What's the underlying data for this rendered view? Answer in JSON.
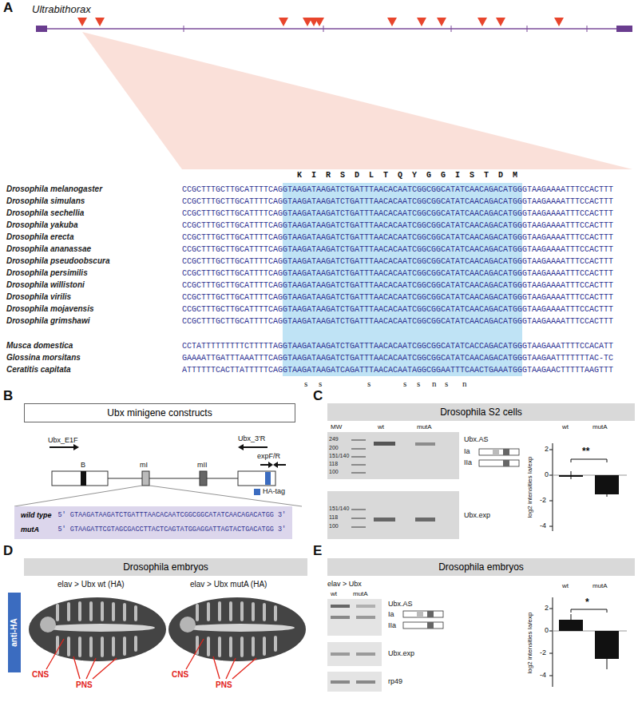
{
  "diagram": {
    "nodes": [
      {
        "text": [
          "Ubx minigene constructs"
        ]
      },
      {
        "text": [
          "wild type",
          "5' GTAAGATAAGATCTGATTTAACACAATCGGCGGCATATCAACAGACATGG 3'",
          "mutA",
          "5' GTAAGATTCGTAGCGACCTTACTCAGTATGGAGGATTAGTACTGACATGG 3'"
        ]
      },
      {
        "text": [
          "Drosophila S2 cells"
        ]
      },
      {
        "text": [
          "Drosophila embryos"
        ]
      },
      {
        "text": [
          "anti-HA"
        ]
      },
      {
        "text": [
          "Drosophila embryos"
        ]
      }
    ],
    "labels": [
      "A",
      "Ultrabithorax",
      "K I R S D L T Q Y G G I S T D M",
      "Drosophila melanogaster",
      "CCGCTTTGCTTGCATTTTCAGGTAAGATAAGATCTGATTTAACACAATCGGCGGCATATCAACAGACATGGGTAAGAAAATTTCCACTTT",
      "Drosophila simulans",
      "CCGCTTTGCTTGCATTTTCAGGTAAGATAAGATCTGATTTAACACAATCGGCGGCATATCAACAGACATGGGTAAGAAAATTTCCACTTT",
      "Drosophila sechellia",
      "CCGCTTTGCTTGCATTTTCAGGTAAGATAAGATCTGATTTAACACAATCGGCGGCATATCAACAGACATGGGTAAGAAAATTTCCACTTT",
      "Drosophila yakuba",
      "CCGCTTTGCTTGCATTTTCAGGTAAGATAAGATCTGATTTAACACAATCGGCGGCATATCAACAGACATGGGTAAGAAAATTTCCACTTT",
      "Drosophila erecta",
      "CCGCTTTGCTTGCATTTTCAGGTAAGATAAGATCTGATTTAACACAATCGGCGGCATATCAACAGACATGGGTAAGAAAATTTCCACTTT",
      "Drosophila ananassae",
      "CCGCTTTGCTTGCATTTTCAGGTAAGATAAGATCTGATTTAACACAATCGGCGGCATATCAACAGACATGGGTAAGAAAATTTCCACTTT",
      "Drosophila pseudoobscura",
      "CCGCTTTGCTTGCATTTTCAGGTAAGATAAGATCTGATTTAACACAATCGGCGGCATATCAACAGACATGGGTAAGAAAATTTCCACTTT",
      "Drosophila persimilis",
      "CCGCTTTGCTTGCATTTTCAGGTAAGATAAGATCTGATTTAACACAATCGGCGGCATATCAACAGACATGGGTAAGAAAATTTCCACTTT",
      "Drosophila willistoni",
      "CCGCTTTGCTTGCATTTTCAGGTAAGATAAGATCTGATTTAACACAATCGGCGGCATATCAACAGACATGGGTAAGAAAATTTCCACTTT",
      "Drosophila virilis",
      "CCGCTTTGCTTGCATTTTCAGGTAAGATAAGATCTGATTTAACACAATCGGCGGCATATCAACAGACATGGGTAAGAAAATTTCCACTTT",
      "Drosophila mojavensis",
      "CCGCTTTGCTTGCATTTTCAGGTAAGATAAGATCTGATTTAACACAATCGGCGGCATATCAACAGACATGGGTAAGAAAATTTCCACTTT",
      "Drosophila grimshawi",
      "CCGCTTTGCTTGCATTTTCAGGTAAGATAAGATCTGATTTAACACAATCGGCGGCATATCAACAGACATGGGTAAGAAAATTTCCACTTT",
      "Musca domestica",
      "CCTATTTTTTTTTCTTTTTAGGTAAGATAAGATCTGATTTAACACAATCGGCGGCATATCACCAGACATGGGTAAGAAATTTTCCACATT",
      "Glossina morsitans",
      "GAAAATTGATTTAAATTTCAGGTAAGATAAGATCTGATTTAACACAATCGGCGGCATATCAACAGACATGGGTAAGAATTTTTTTAC-TC",
      "Ceratitis capitata",
      "ATTTTTTCACTTATTTTTCAGGTAAGATAAGATCAGATTTAACACAATAGGCGGAATTTCAACTGAAATGGGTAAGAACTTTTTAAGTTT",
      "s",
      "s",
      "s",
      "s",
      "s",
      "n",
      "s",
      "n",
      "B",
      "Ubx_E1F",
      "Ubx_3'R",
      "expF/R",
      "B",
      "mI",
      "mII",
      "C",
      "MW",
      "wt",
      "mutA",
      "249",
      "200",
      "151/140",
      "118",
      "100",
      "151/140",
      "118",
      "100",
      "Ubx.AS",
      "Ia",
      "IIa",
      "Ubx.exp",
      "wt",
      "mutA",
      "2",
      "0",
      "-2",
      "-4",
      "log2 intensities Ia/exp",
      "**",
      "D",
      "elav > Ubx wt (HA)",
      "elav > Ubx mutA (HA)",
      "CNS",
      "PNS",
      "CNS",
      "PNS",
      "E",
      "elav > Ubx",
      "wt",
      "mutA",
      "Ubx.AS",
      "Ia",
      "IIa",
      "Ubx.exp",
      "rp49",
      "wt",
      "mutA",
      "2",
      "0",
      "-2",
      "-4",
      "log2 intensities Ia/exp",
      "*"
    ],
    "legend": [
      {
        "text": "HA-tag",
        "color": "#3b6cc0"
      }
    ]
  }
}
